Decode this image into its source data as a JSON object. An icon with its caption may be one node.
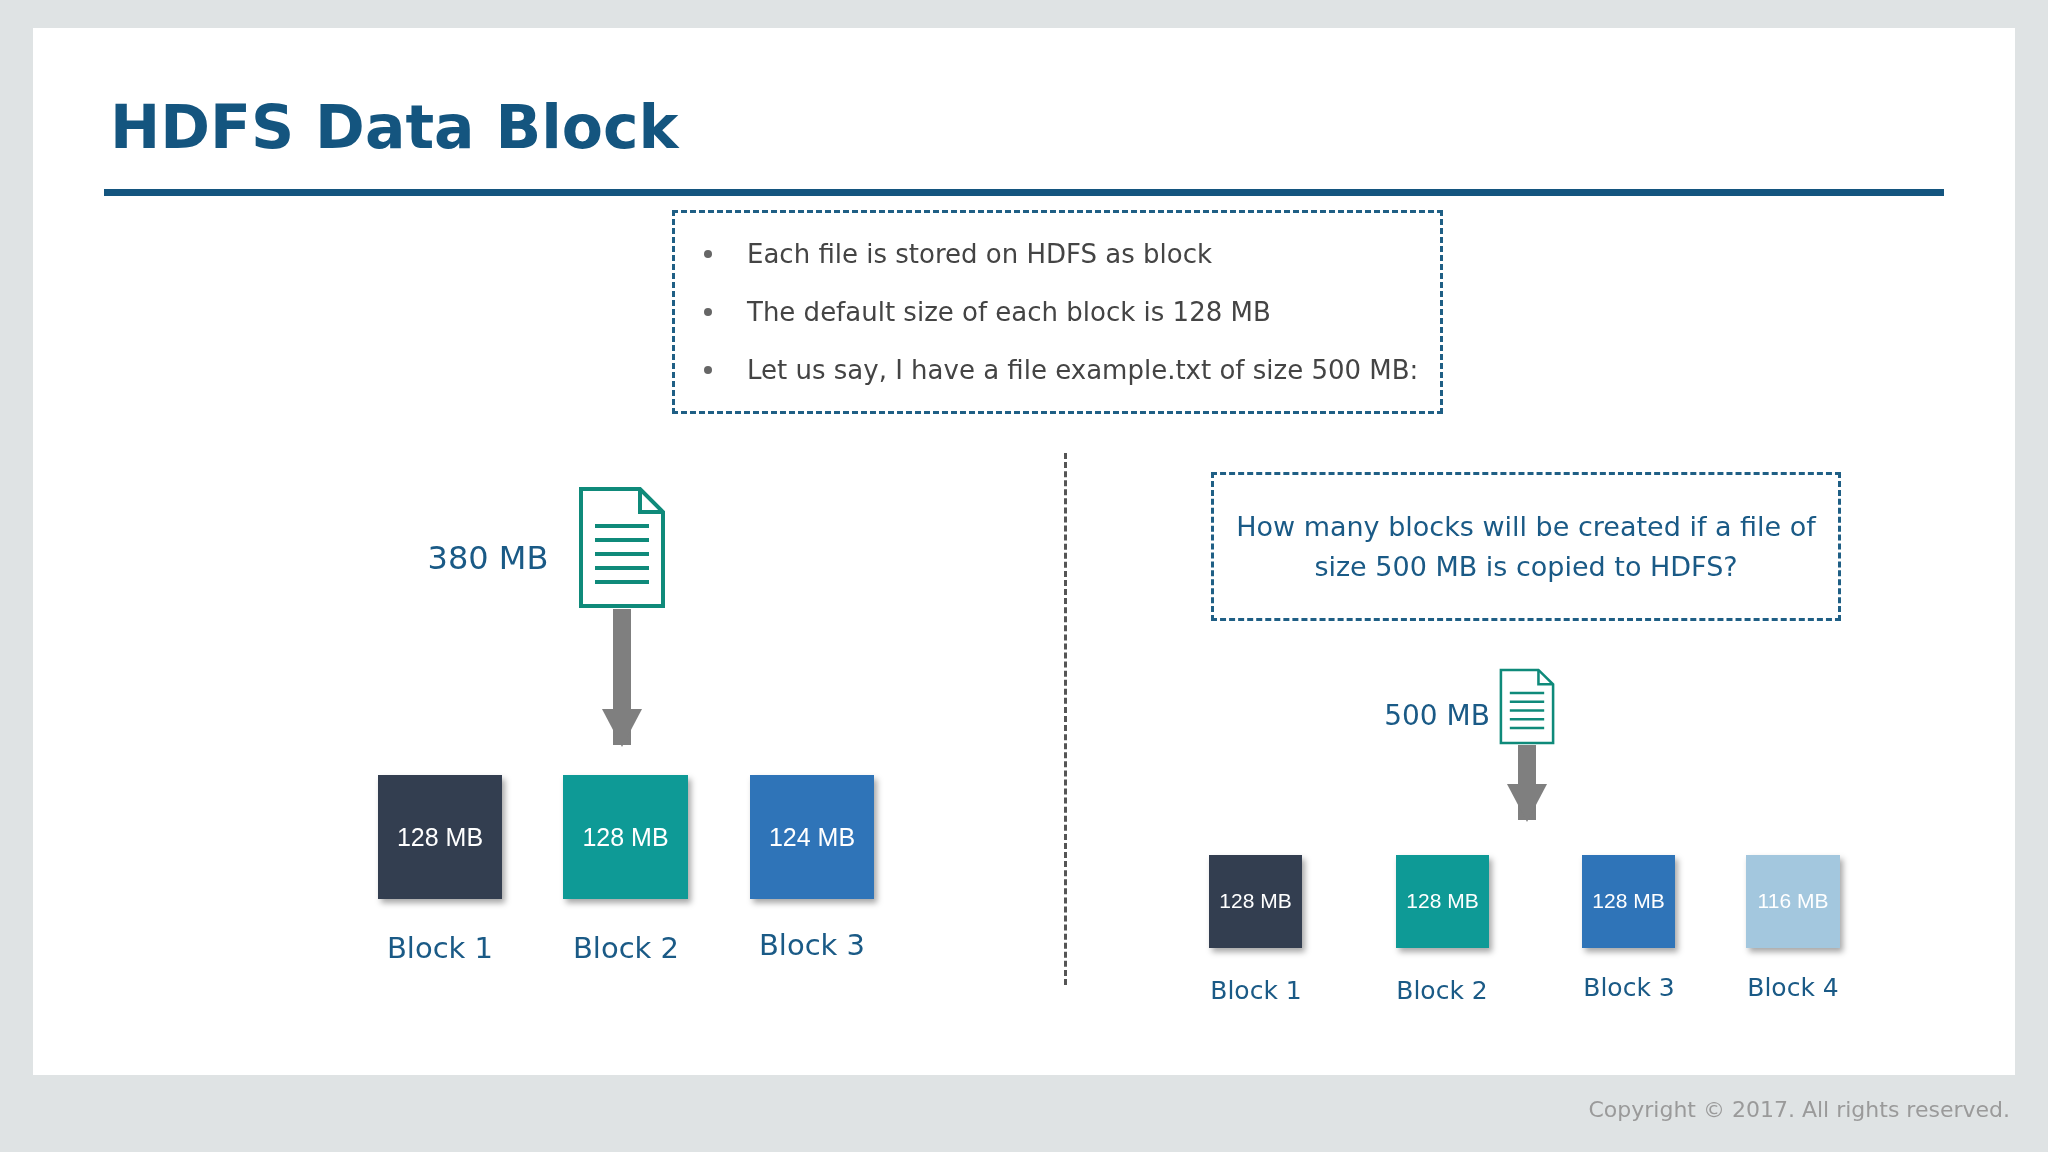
{
  "diagram": {
    "title": "HDFS Data Block",
    "nodes": [
      {
        "text": [
          "Each file is stored on HDFS as block",
          "The default size of each block is 128 MB",
          "Let us say, I have a file example.txt of size 500 MB:"
        ]
      },
      {
        "text": [],
        "shape": "document",
        "beside": [
          "380 MB"
        ]
      },
      {
        "text": [
          "128 MB"
        ],
        "beside": [
          "Block 1"
        ]
      },
      {
        "text": [
          "128 MB"
        ],
        "beside": [
          "Block 2"
        ]
      },
      {
        "text": [
          "124 MB"
        ],
        "beside": [
          "Block 3"
        ]
      },
      {
        "text": [
          "How many blocks will be created if a file of size 500 MB is copied to HDFS?"
        ]
      },
      {
        "text": [],
        "shape": "document",
        "beside": [
          "500 MB"
        ]
      },
      {
        "text": [
          "128 MB"
        ],
        "beside": [
          "Block 1"
        ]
      },
      {
        "text": [
          "128 MB"
        ],
        "beside": [
          "Block 2"
        ]
      },
      {
        "text": [
          "128 MB"
        ],
        "beside": [
          "Block 3"
        ]
      },
      {
        "text": [
          "116 MB"
        ],
        "beside": [
          "Block 4"
        ]
      }
    ],
    "edges": [
      {
        "from": 1,
        "to": 3,
        "arrow": "to"
      },
      {
        "from": 6,
        "to": null,
        "arrow": "to"
      }
    ],
    "labels": [
      "Copyright © 2017. All rights reserved."
    ]
  }
}
